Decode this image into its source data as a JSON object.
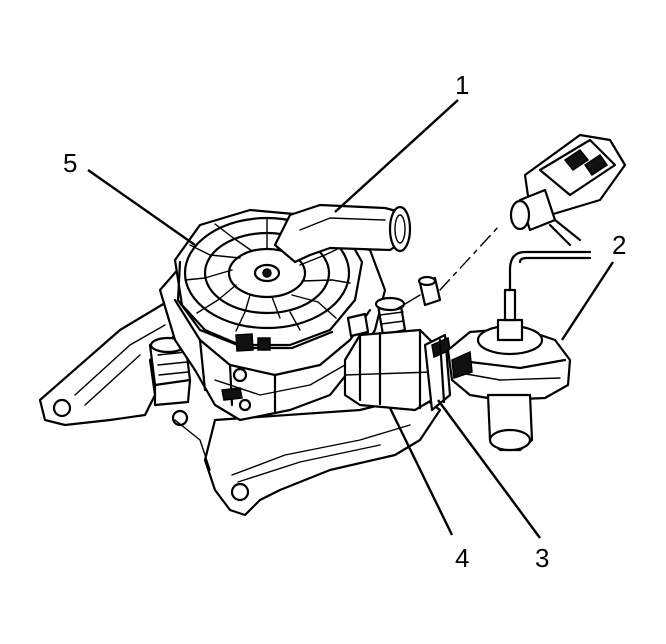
{
  "callouts": {
    "c1": "1",
    "c2": "2",
    "c3": "3",
    "c4": "4",
    "c5": "5"
  },
  "colors": {
    "ink": "#000000",
    "background": "#ffffff"
  }
}
